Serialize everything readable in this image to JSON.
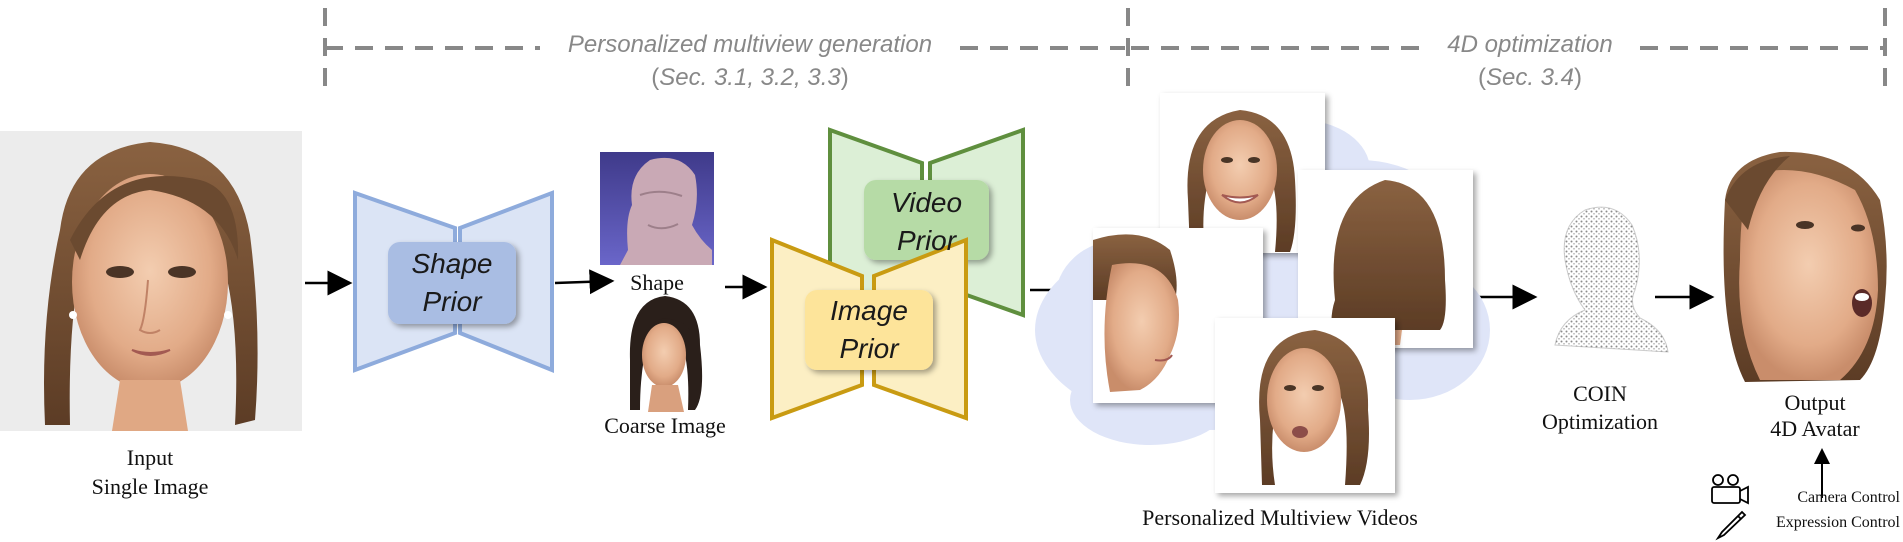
{
  "header": {
    "stage1_title": "Personalized multiview generation",
    "stage1_ref_open": "(",
    "stage1_ref_text": "Sec. 3.1, 3.2, 3.3",
    "stage1_ref_close": ")",
    "stage2_title": "4D optimization",
    "stage2_ref_open": "(",
    "stage2_ref_text": "Sec. 3.4",
    "stage2_ref_close": ")"
  },
  "input": {
    "line1": "Input",
    "line2": "Single Image"
  },
  "shape_prior": {
    "line1": "Shape",
    "line2": "Prior"
  },
  "shape_label": "Shape",
  "coarse_label": "Coarse Image",
  "video_prior": {
    "line1": "Video",
    "line2": "Prior"
  },
  "image_prior": {
    "line1": "Image",
    "line2": "Prior"
  },
  "multiview_label": "Personalized Multiview Videos",
  "coin": {
    "line1": "COIN",
    "line2": "Optimization"
  },
  "output": {
    "line1": "Output",
    "line2": "4D Avatar"
  },
  "controls": {
    "camera": "Camera Control",
    "expression": "Expression Control"
  },
  "icons": [
    "camera-icon",
    "pen-icon"
  ],
  "colors": {
    "shape_prior_fill": "#dbe4f5",
    "shape_prior_edge": "#8eabdc",
    "shape_prior_label_bg": "#a9bde3",
    "video_prior_fill": "#dcefd6",
    "video_prior_edge": "#5f8f3e",
    "video_prior_label_bg": "#b6dba6",
    "image_prior_fill": "#fcefc4",
    "image_prior_edge": "#c99b12",
    "image_prior_label_bg": "#fde49a",
    "cloud": "#dfe5f8",
    "header_dash": "#888888"
  }
}
